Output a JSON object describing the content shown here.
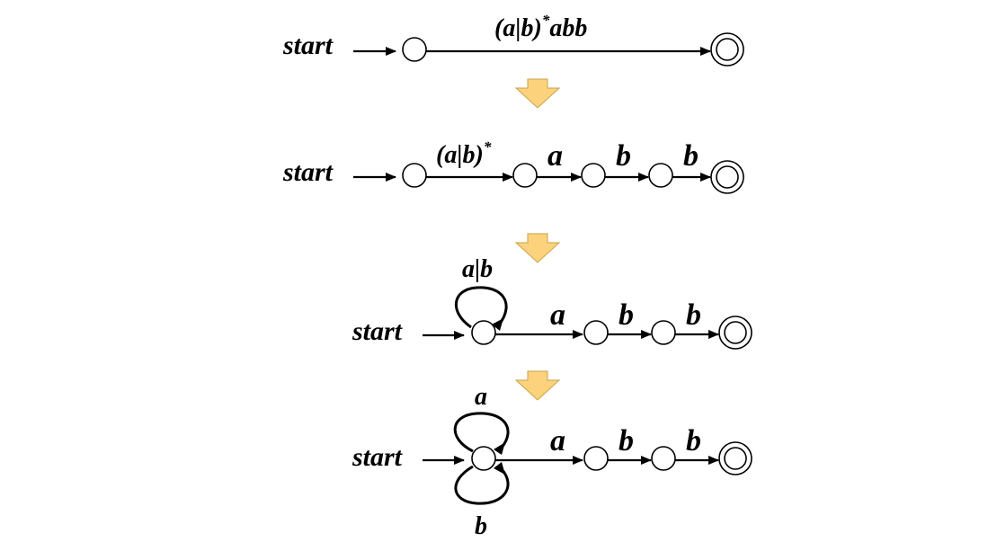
{
  "start_label": "start",
  "arrow_color": "#FCD37C",
  "stage1": {
    "regex_main": "(a|b)",
    "regex_star": "*",
    "regex_tail": "abb"
  },
  "stage2": {
    "closure_main": "(a|b)",
    "closure_star": "*",
    "edge_a": "a",
    "edge_b1": "b",
    "edge_b2": "b"
  },
  "stage3": {
    "loop_label": "a|b",
    "edge_a": "a",
    "edge_b1": "b",
    "edge_b2": "b"
  },
  "stage4": {
    "loop_top_label": "a",
    "loop_bottom_label": "b",
    "edge_a": "a",
    "edge_b1": "b",
    "edge_b2": "b"
  }
}
